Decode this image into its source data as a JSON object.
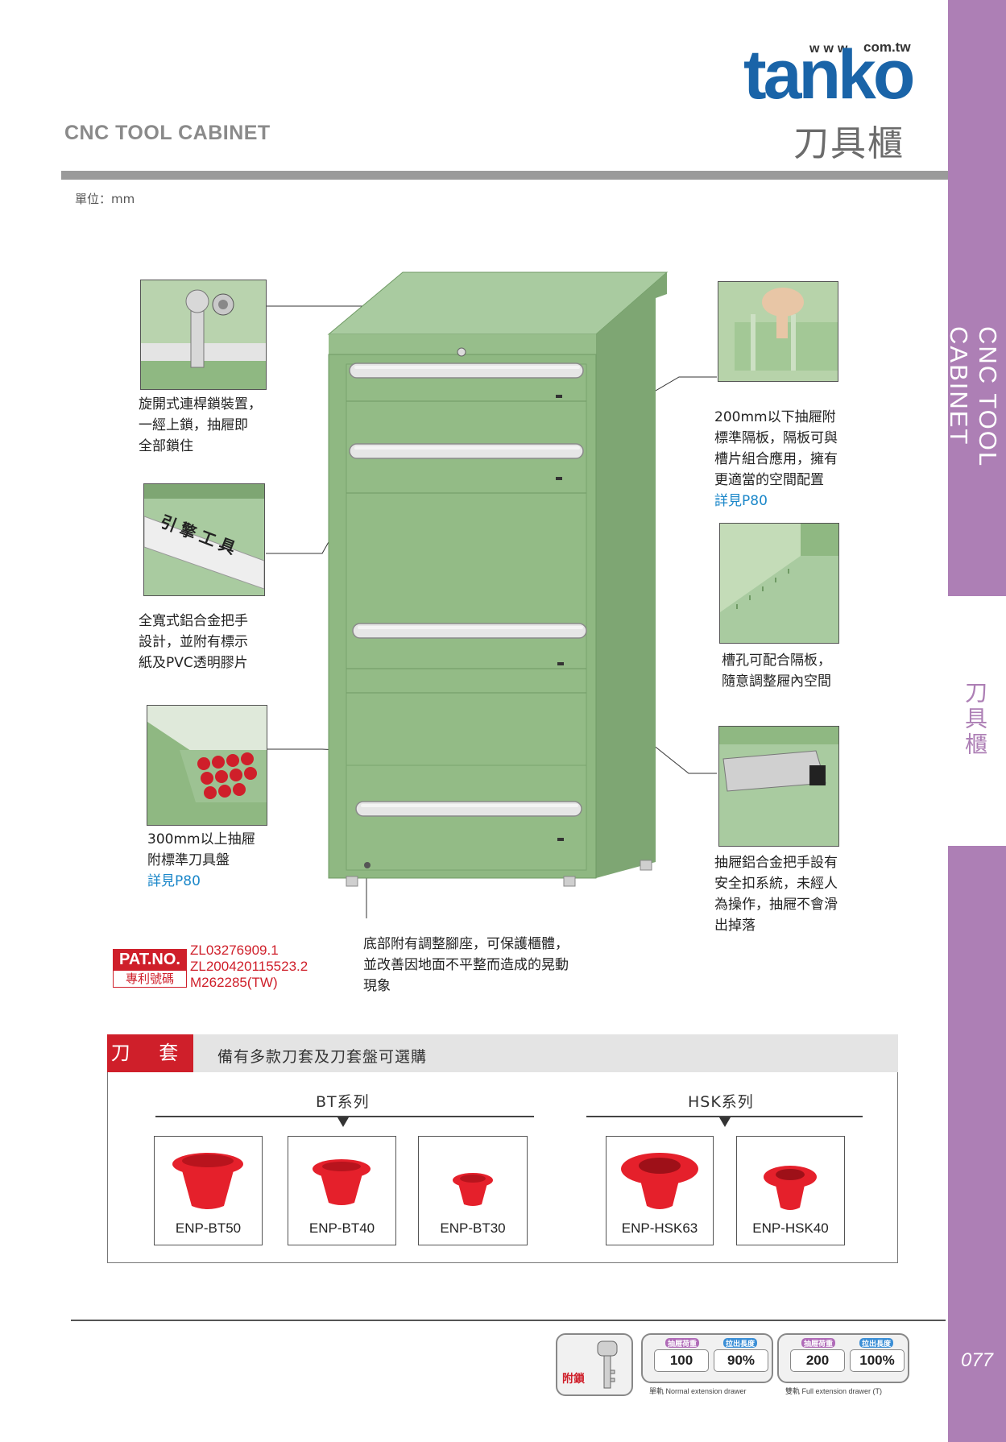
{
  "header": {
    "category_title": "CNC TOOL CABINET",
    "cn_title": "刀具櫃",
    "logo": {
      "www": "www",
      "domain": "com.tw",
      "brand": "tanko"
    },
    "unit": "單位：mm"
  },
  "side_band": {
    "vertical_title": "CNC TOOL CABINET",
    "cn_label": "刀具櫃",
    "page_number": "077"
  },
  "callouts": {
    "lock": [
      "旋開式連桿鎖裝置，",
      "一經上鎖，抽屜即",
      "全部鎖住"
    ],
    "handle": [
      "全寬式鋁合金把手",
      "設計，並附有標示",
      "紙及PVC透明膠片"
    ],
    "handle_label": "引擎工具",
    "tray": [
      "300mm以上抽屜",
      "附標準刀具盤"
    ],
    "tray_link": "詳見P80",
    "divider": [
      "200mm以下抽屜附",
      "標準隔板，隔板可與",
      "槽片組合應用，擁有",
      "更適當的空間配置"
    ],
    "divider_link": "詳見P80",
    "slot": [
      "槽孔可配合隔板，",
      "隨意調整屜內空間"
    ],
    "safety": [
      "抽屜鋁合金把手設有",
      "安全扣系統，未經人",
      "為操作，抽屜不會滑",
      "出掉落"
    ],
    "feet": [
      "底部附有調整腳座，可保護櫃體，",
      "並改善因地面不平整而造成的晃動",
      "現象"
    ]
  },
  "patent": {
    "badge": "PAT.NO.",
    "badge_cn": "專利號碼",
    "numbers": [
      "ZL03276909.1",
      "ZL200420115523.2",
      "M262285(TW)"
    ]
  },
  "tool_holder_section": {
    "title": "刀 套",
    "description": "備有多款刀套及刀套盤可選購",
    "series": [
      {
        "name": "BT系列",
        "products": [
          "ENP-BT50",
          "ENP-BT40",
          "ENP-BT30"
        ]
      },
      {
        "name": "HSK系列",
        "products": [
          "ENP-HSK63",
          "ENP-HSK40"
        ]
      }
    ]
  },
  "footer": {
    "key_label": "附鎖",
    "badge_tags": [
      "抽屜荷重",
      "拉出長度",
      "抽屜荷重",
      "拉出長度"
    ],
    "badge_values": [
      "100",
      "90%",
      "200",
      "100%"
    ],
    "normal_caption": "單軌 Normal extension drawer",
    "full_caption": "雙軌 Full extension drawer (T)"
  },
  "colors": {
    "cabinet_green": "#8fb882",
    "brand_blue": "#1a64a8",
    "accent_red": "#cf1f2a",
    "band_purple": "#ad7fb5"
  }
}
